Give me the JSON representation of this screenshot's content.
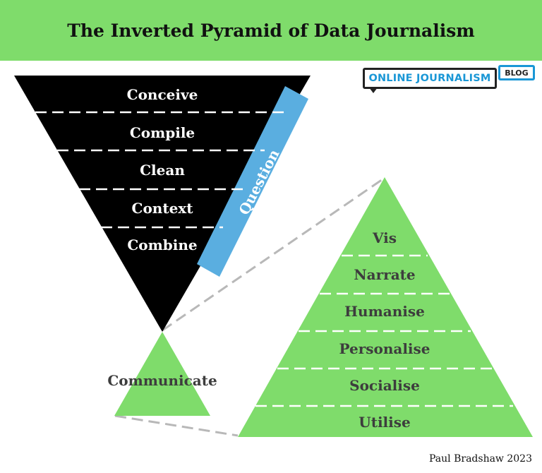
{
  "title": "The Inverted Pyramid of Data Journalism",
  "logo": {
    "main": "ONLINE JOURNALISM",
    "tag": "BLOG"
  },
  "inverted_pyramid": {
    "stages": [
      "Conceive",
      "Compile",
      "Clean",
      "Context",
      "Combine"
    ],
    "side_label": "Question"
  },
  "small_pyramid": {
    "label": "Communicate"
  },
  "large_pyramid": {
    "stages": [
      "Vis",
      "Narrate",
      "Humanise",
      "Personalise",
      "Socialise",
      "Utilise"
    ]
  },
  "credit": "Paul Bradshaw 2023",
  "colors": {
    "green": "#7fdc6b",
    "black": "#000000",
    "blue": "#5aaee0",
    "dark_text": "#3d3d3d",
    "connector": "#b8b8b8"
  }
}
